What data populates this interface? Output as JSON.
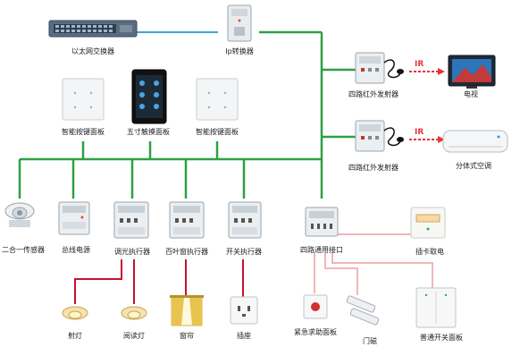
{
  "colors": {
    "bus": "#2ea043",
    "ip_link": "#3aa7d6",
    "load": "#c8102e",
    "io": "#f2b6b6",
    "ir": "#e6333a"
  },
  "nodes": {
    "ethernet_switch": "以太网交换器",
    "ip_gateway": "Ip转换器",
    "ir_transmitter_1": "四路红外发射器",
    "ir_transmitter_2": "四路红外发射器",
    "tv": "电视",
    "air_conditioner": "分体式空调",
    "smart_panel_left": "智能按键面板",
    "touch_panel": "五寸触摸面板",
    "smart_panel_right": "智能按键面板",
    "sensor": "二合一传感器",
    "bus_power": "总线电源",
    "dimmer_actuator": "调光执行器",
    "blind_actuator": "百叶窗执行器",
    "switch_actuator": "开关执行器",
    "universal_interface": "四路通用接口",
    "card_switch": "插卡取电",
    "spot_light": "射灯",
    "reading_light": "阅读灯",
    "curtain": "窗帘",
    "socket": "插座",
    "emergency_panel": "紧急求助面板",
    "door_magnet": "门磁",
    "normal_switch_panel": "普通开关面板"
  },
  "ir_label": "IR"
}
